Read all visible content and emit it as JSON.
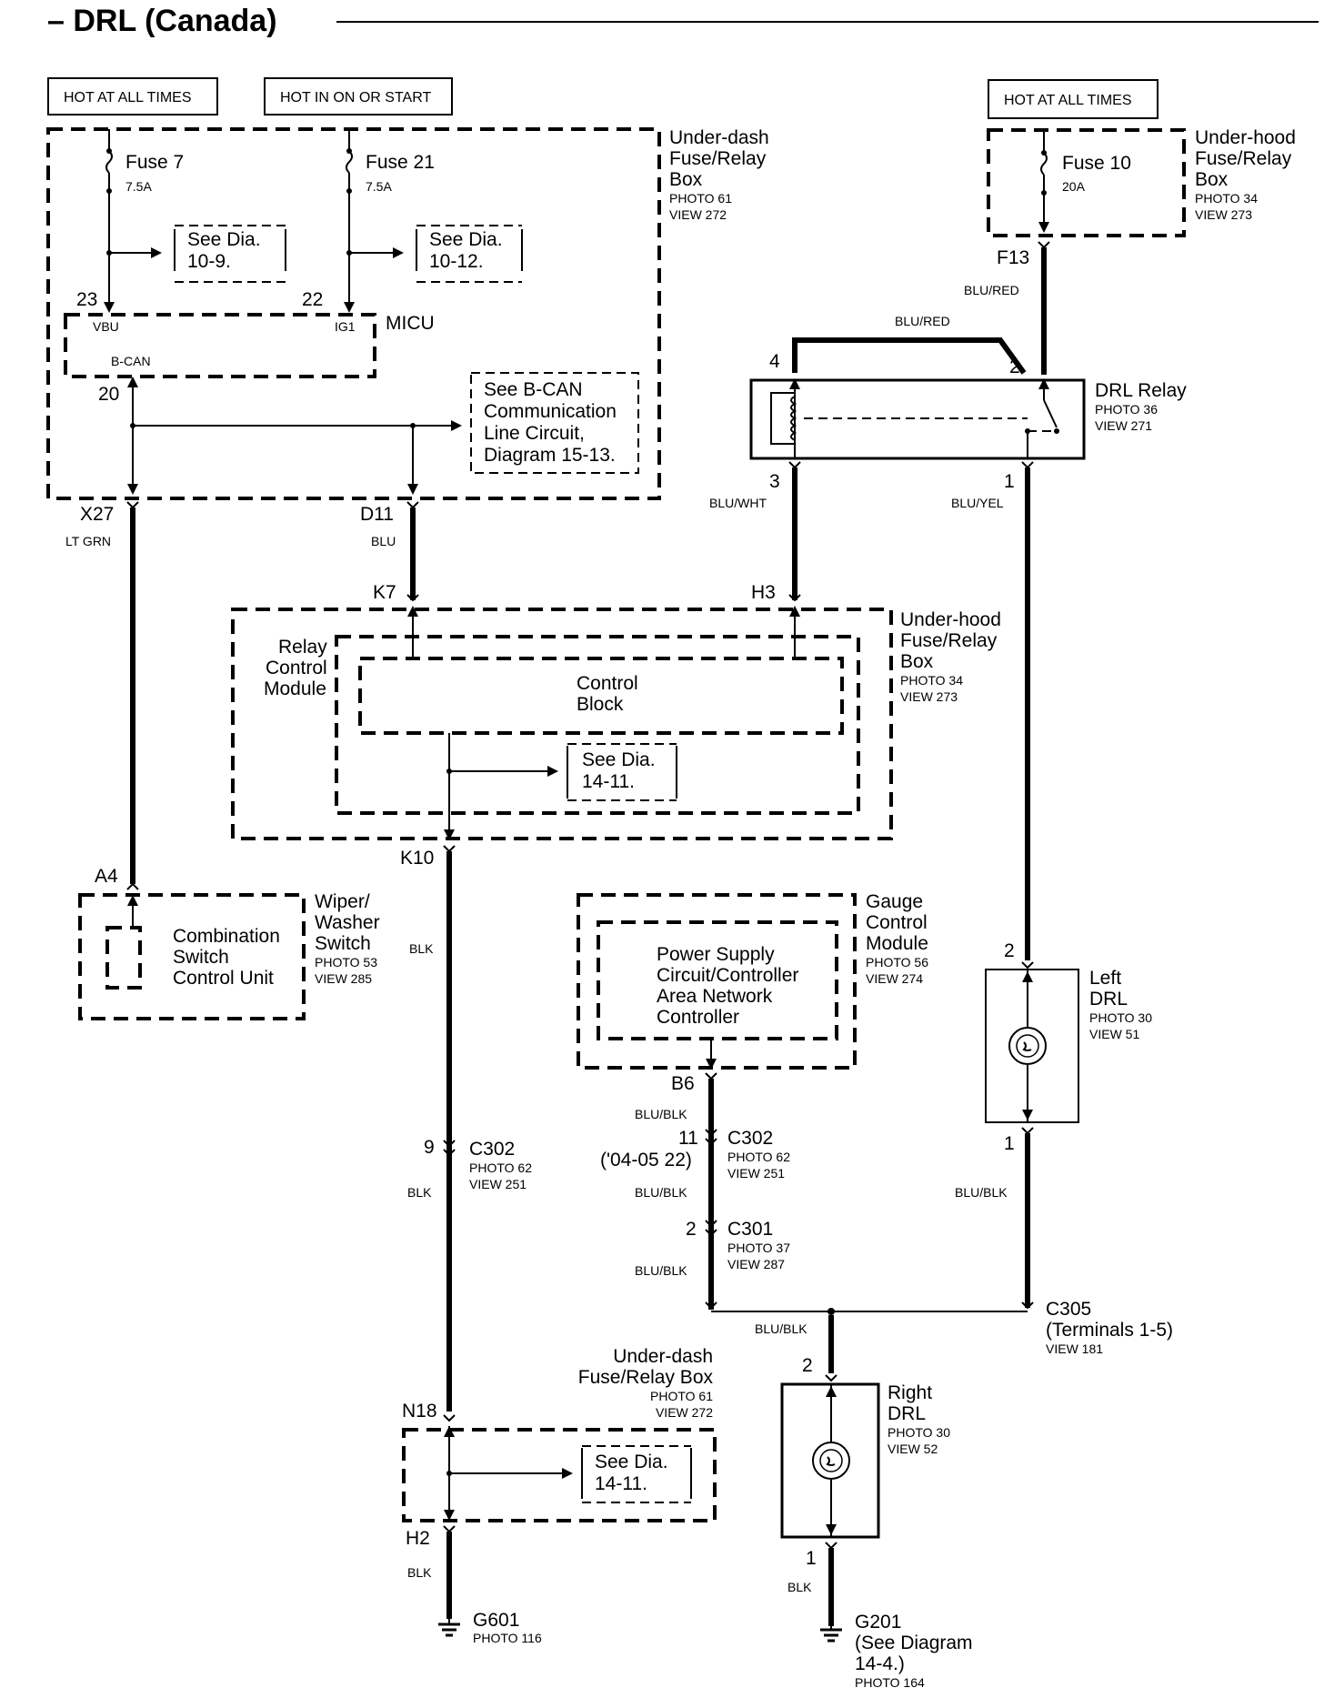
{
  "title": "– DRL (Canada)",
  "power": {
    "hot1": "HOT AT ALL TIMES",
    "hot2": "HOT IN ON OR START",
    "hot3": "HOT AT ALL TIMES"
  },
  "under_dash_box": {
    "l1": "Under-dash",
    "l2": "Fuse/Relay",
    "l3": "Box",
    "l4": "PHOTO 61",
    "l5": "VIEW 272"
  },
  "fuse7": {
    "name": "Fuse 7",
    "rating": "7.5A"
  },
  "fuse21": {
    "name": "Fuse 21",
    "rating": "7.5A"
  },
  "see_10_9": {
    "l1": "See Dia.",
    "l2": "10-9."
  },
  "see_10_12": {
    "l1": "See Dia.",
    "l2": "10-12."
  },
  "micu": {
    "name": "MICU",
    "pin23": "23",
    "pin22": "22",
    "vbu": "VBU",
    "ig1": "IG1",
    "bcan": "B-CAN",
    "pin20": "20"
  },
  "see_bcan": {
    "l1": "See B-CAN",
    "l2": "Communication",
    "l3": "Line Circuit,",
    "l4": "Diagram 15-13."
  },
  "x27": {
    "pin": "X27",
    "wire": "LT GRN"
  },
  "d11": {
    "pin": "D11",
    "wire": "BLU"
  },
  "under_hood_top": {
    "l1": "Under-hood",
    "l2": "Fuse/Relay",
    "l3": "Box",
    "l4": "PHOTO 34",
    "l5": "VIEW 273"
  },
  "fuse10": {
    "name": "Fuse 10",
    "rating": "20A"
  },
  "f13": {
    "pin": "F13",
    "wire": "BLU/RED"
  },
  "relay_wire": "BLU/RED",
  "drl_relay": {
    "name": "DRL Relay",
    "photo": "PHOTO 36",
    "view": "VIEW 271",
    "p4": "4",
    "p2": "2",
    "p3": "3",
    "p1": "1"
  },
  "blu_wht": "BLU/WHT",
  "blu_yel": "BLU/YEL",
  "k7": "K7",
  "h3": "H3",
  "relay_control": {
    "l1": "Relay",
    "l2": "Control",
    "l3": "Module"
  },
  "control_block": {
    "l1": "Control",
    "l2": "Block"
  },
  "see_14_11a": {
    "l1": "See Dia.",
    "l2": "14-11."
  },
  "under_hood_mid": {
    "l1": "Under-hood",
    "l2": "Fuse/Relay",
    "l3": "Box",
    "l4": "PHOTO 34",
    "l5": "VIEW 273"
  },
  "k10": "K10",
  "a4": "A4",
  "combo": {
    "l1": "Combination",
    "l2": "Switch",
    "l3": "Control Unit"
  },
  "wiper": {
    "l1": "Wiper/",
    "l2": "Washer",
    "l3": "Switch",
    "l4": "PHOTO 53",
    "l5": "VIEW 285"
  },
  "blk_a": "BLK",
  "gauge": {
    "l1": "Gauge",
    "l2": "Control",
    "l3": "Module",
    "l4": "PHOTO 56",
    "l5": "VIEW 274"
  },
  "power_supply": {
    "l1": "Power Supply",
    "l2": "Circuit/Controller",
    "l3": "Area Network",
    "l4": "Controller"
  },
  "b6": {
    "pin": "B6",
    "wire": "BLU/BLK"
  },
  "left_drl": {
    "l1": "Left",
    "l2": "DRL",
    "l3": "PHOTO 30",
    "l4": "VIEW 51",
    "p2": "2",
    "p1": "1"
  },
  "c302_left": {
    "pin": "9",
    "name": "C302",
    "photo": "PHOTO 62",
    "view": "VIEW 251"
  },
  "blk_b": "BLK",
  "c302_right": {
    "pin": "11",
    "note": "('04-05 22)",
    "name": "C302",
    "photo": "PHOTO 62",
    "view": "VIEW 251"
  },
  "blu_blk_2": "BLU/BLK",
  "c301": {
    "pin": "2",
    "name": "C301",
    "photo": "PHOTO 37",
    "view": "VIEW 287"
  },
  "blu_blk_3": "BLU/BLK",
  "blu_blk_right": "BLU/BLK",
  "c305": {
    "name": "C305",
    "terms": "(Terminals 1-5)",
    "view": "VIEW 181"
  },
  "blu_blk_4": "BLU/BLK",
  "under_dash_bot": {
    "l1": "Under-dash",
    "l2": "Fuse/Relay Box",
    "l3": "PHOTO 61",
    "l4": "VIEW 272"
  },
  "n18": "N18",
  "see_14_11b": {
    "l1": "See Dia.",
    "l2": "14-11."
  },
  "h2": {
    "pin": "H2",
    "wire": "BLK"
  },
  "g601": {
    "name": "G601",
    "photo": "PHOTO 116"
  },
  "right_drl": {
    "l1": "Right",
    "l2": "DRL",
    "l3": "PHOTO 30",
    "l4": "VIEW 52",
    "p2": "2",
    "p1": "1",
    "wire": "BLK"
  },
  "g201": {
    "name": "G201",
    "l2": "(See Diagram",
    "l3": "14-4.)",
    "photo": "PHOTO 164"
  }
}
